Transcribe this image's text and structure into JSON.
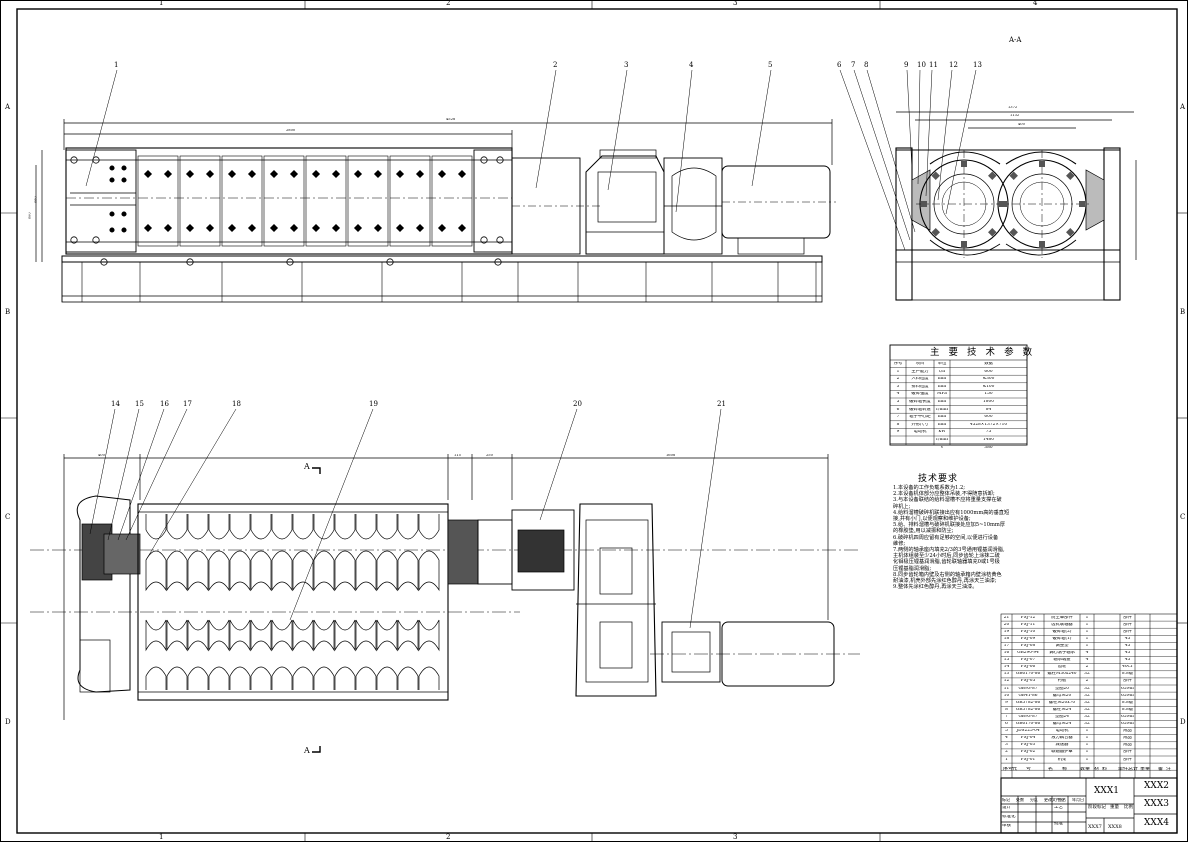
{
  "grid_columns": [
    "1",
    "2",
    "3",
    "4"
  ],
  "grid_rows": [
    "A",
    "B",
    "C",
    "D"
  ],
  "section_label": "A-A",
  "view_cut_label": "A",
  "part_callouts_top": [
    "1",
    "2",
    "3",
    "4",
    "5",
    "6",
    "7",
    "8",
    "9",
    "10",
    "11",
    "12",
    "13"
  ],
  "part_callouts_plan": [
    "14",
    "15",
    "16",
    "17",
    "18",
    "19",
    "20",
    "21"
  ],
  "top_dims": [
    "4528",
    "2800",
    "1372",
    "1132",
    "400",
    "880",
    "800"
  ],
  "plan_dims": [
    "400",
    "115",
    "250",
    "1608"
  ],
  "tech_params": {
    "title": "主 要 技 术 参 数",
    "header": [
      "序号",
      "项目",
      "单位",
      "数据"
    ],
    "rows": [
      [
        "1",
        "生产能力",
        "t/h",
        "600"
      ],
      [
        "2",
        "入料粒度",
        "mm",
        "≤300"
      ],
      [
        "3",
        "排料粒度",
        "mm",
        "≤100"
      ],
      [
        "4",
        "破碎强度",
        "MPa",
        "150"
      ],
      [
        "5",
        "破碎辊长度",
        "mm",
        "1800"
      ],
      [
        "6",
        "破碎辊转速",
        "r/min",
        "84"
      ],
      [
        "7",
        "辊子中心距",
        "mm",
        "600"
      ],
      [
        "8",
        "外形尺寸",
        "mm",
        "4528×1372×710"
      ],
      [
        "9",
        "电动机",
        "kW",
        "75"
      ],
      [
        "",
        "",
        "r/min",
        "1480"
      ],
      [
        "",
        "",
        "V",
        "380"
      ]
    ]
  },
  "requirements": {
    "title": "技术要求",
    "lines": [
      "1.本设备的工作负载系数为1.2;",
      "2.本设备机体部分应整体吊装,不得随意拆卸;",
      "3.与本设备联结的给料溜槽不应将重量支撑在破",
      "  碎机上;",
      "4.给料溜槽破碎机联接出应有1000mm高的垂直短",
      "  接,并有小门,以便观察和维护设备;",
      "5.给、排料溜槽与破碎机联接处应加5~10mm厚",
      "  的橡胶垫,用以减振和防尘;",
      "6.破碎机四周应留有足够的空间,以便进行设备",
      "  維修;",
      "7.两侧的轴承座内填充2/3的3号通用锂基润滑脂,",
      "  主机体组装至少24小时后,同步齿轮上涂抹二硫",
      "  化钼极压锂基润滑脂,齿轮联轴器填充0或1号极",
      "  压锂基脂润滑脂;",
      "8.同步齿轮箱内壁及右侧的轴承箱内壁涂桔黄色",
      "  耐油漆,机壳外部先涂红色醇丹,再涂天兰油漆;",
      "9.整体先涂红色醇丹,再涂天兰油漆。"
    ]
  },
  "bom": {
    "rows": [
      [
        "21",
        "FSJ-12",
        "防尘罩部件",
        "1",
        "",
        "部件"
      ],
      [
        "20",
        "FSJ-11",
        "齿式联轴器",
        "1",
        "",
        "部件"
      ],
      [
        "19",
        "FSJ-10",
        "破碎辊(2)",
        "1",
        "",
        "部件"
      ],
      [
        "18",
        "FSJ-09",
        "破碎辊(1)",
        "1",
        "",
        "45"
      ],
      [
        "17",
        "FSJ-08",
        "调整垫",
        "1",
        "",
        "45"
      ],
      [
        "16",
        "GB290-94",
        "调心滚子轴承",
        "4",
        "",
        "45"
      ],
      [
        "15",
        "FSJ-07",
        "轴承端盖",
        "4",
        "",
        "45"
      ],
      [
        "14",
        "FSJ-06",
        "齿轮",
        "2",
        "",
        "40Cr"
      ],
      [
        "13",
        "GB6170-86",
        "螺栓M30x240",
        "32",
        "",
        "8.8级"
      ],
      [
        "12",
        "FSJ-05",
        "衬板",
        "2",
        "",
        "部件"
      ],
      [
        "11",
        "GB93-87",
        "垫圈20",
        "32",
        "",
        "65Mn"
      ],
      [
        "10",
        "GB41-86",
        "螺母M20",
        "32",
        "",
        "65Mn"
      ],
      [
        "9",
        "GB5782-86",
        "螺栓M20x70",
        "32",
        "",
        "8.8级"
      ],
      [
        "8",
        "GB5782-86",
        "螺栓M24",
        "32",
        "",
        "8.8级"
      ],
      [
        "7",
        "GB93-87",
        "垫圈24",
        "32",
        "",
        "65Mn"
      ],
      [
        "6",
        "GB6170-86",
        "螺母M24",
        "32",
        "",
        "65Mn"
      ],
      [
        "5",
        "JDS225-04",
        "电动机",
        "1",
        "",
        "成品"
      ],
      [
        "4",
        "FSJ-04",
        "液力耦合器",
        "1",
        "",
        "成品"
      ],
      [
        "3",
        "FSJ-03",
        "减速器",
        "1",
        "",
        "成品"
      ],
      [
        "2",
        "FSJ-02",
        "联轴器护罩",
        "1",
        "",
        "部件"
      ],
      [
        "1",
        "FSJ-01",
        "机架",
        "1",
        "",
        "部件"
      ]
    ],
    "header": [
      "序号",
      "代",
      "号",
      "名",
      "称",
      "数量",
      "材",
      "料",
      "单件",
      "总计",
      "重量",
      "备",
      "注"
    ]
  },
  "title_block": {
    "drawing_name": "XXX1",
    "code1": "XXX2",
    "code2": "XXX3",
    "code3": "XXX4",
    "marks": [
      "标记",
      "处数",
      "分区",
      "更改文件号",
      "签名",
      "年月日"
    ],
    "roles": [
      "设计",
      "标准化",
      "审核",
      "工艺",
      "批准"
    ],
    "stage_label": "阶段标记",
    "weight_label": "重量",
    "scale_label": "比例",
    "sheet_a": "XXX7",
    "sheet_b": "XXX8"
  }
}
